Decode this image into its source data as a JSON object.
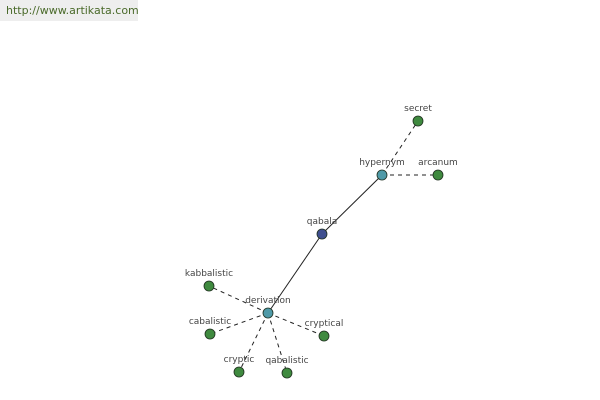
{
  "site_link": "http://www.artikata.com",
  "colors": {
    "center_node": "#3f4f8f",
    "relation_node": "#4f9aa8",
    "word_node": "#3f8a3f",
    "node_stroke": "#1f2f1f",
    "edge": "#222222"
  },
  "nodes": [
    {
      "id": "qabala",
      "label": "qabala",
      "kind": "center"
    },
    {
      "id": "hypernym",
      "label": "hypernym",
      "kind": "relation"
    },
    {
      "id": "derivation",
      "label": "derivation",
      "kind": "relation"
    },
    {
      "id": "secret",
      "label": "secret",
      "kind": "word"
    },
    {
      "id": "arcanum",
      "label": "arcanum",
      "kind": "word"
    },
    {
      "id": "kabbalistic",
      "label": "kabbalistic",
      "kind": "word"
    },
    {
      "id": "cabalistic",
      "label": "cabalistic",
      "kind": "word"
    },
    {
      "id": "cryptic",
      "label": "cryptic",
      "kind": "word"
    },
    {
      "id": "qabalistic",
      "label": "qabalistic",
      "kind": "word"
    },
    {
      "id": "cryptical",
      "label": "cryptical",
      "kind": "word"
    }
  ],
  "edges": [
    {
      "from": "qabala",
      "to": "hypernym",
      "style": "solid"
    },
    {
      "from": "qabala",
      "to": "derivation",
      "style": "solid"
    },
    {
      "from": "hypernym",
      "to": "secret",
      "style": "dashed"
    },
    {
      "from": "hypernym",
      "to": "arcanum",
      "style": "dashed"
    },
    {
      "from": "derivation",
      "to": "kabbalistic",
      "style": "dashed"
    },
    {
      "from": "derivation",
      "to": "cabalistic",
      "style": "dashed"
    },
    {
      "from": "derivation",
      "to": "cryptic",
      "style": "dashed"
    },
    {
      "from": "derivation",
      "to": "qabalistic",
      "style": "dashed"
    },
    {
      "from": "derivation",
      "to": "cryptical",
      "style": "dashed"
    }
  ]
}
